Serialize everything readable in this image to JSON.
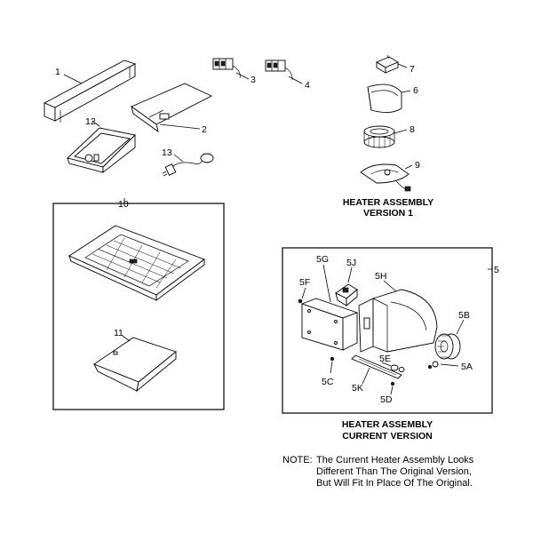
{
  "labels": {
    "p1": "1",
    "p2": "2",
    "p3": "3",
    "p4": "4",
    "p6": "6",
    "p7": "7",
    "p8": "8",
    "p9": "9",
    "p10": "10",
    "p11": "11",
    "p12": "12",
    "p13": "13",
    "p5": "5",
    "p5A": "5A",
    "p5B": "5B",
    "p5C": "5C",
    "p5D": "5D",
    "p5E": "5E",
    "p5F": "5F",
    "p5G": "5G",
    "p5H": "5H",
    "p5J": "5J",
    "p5K": "5K"
  },
  "captions": {
    "v1_line1": "HEATER ASSEMBLY",
    "v1_line2": "VERSION 1",
    "cur_line1": "HEATER ASSEMBLY",
    "cur_line2": "CURRENT VERSION"
  },
  "note": {
    "prefix": "NOTE:",
    "line1": "The Current Heater Assembly Looks",
    "line2": "Different Than The Original Version,",
    "line3": "But Will Fit In Place Of The Original."
  }
}
